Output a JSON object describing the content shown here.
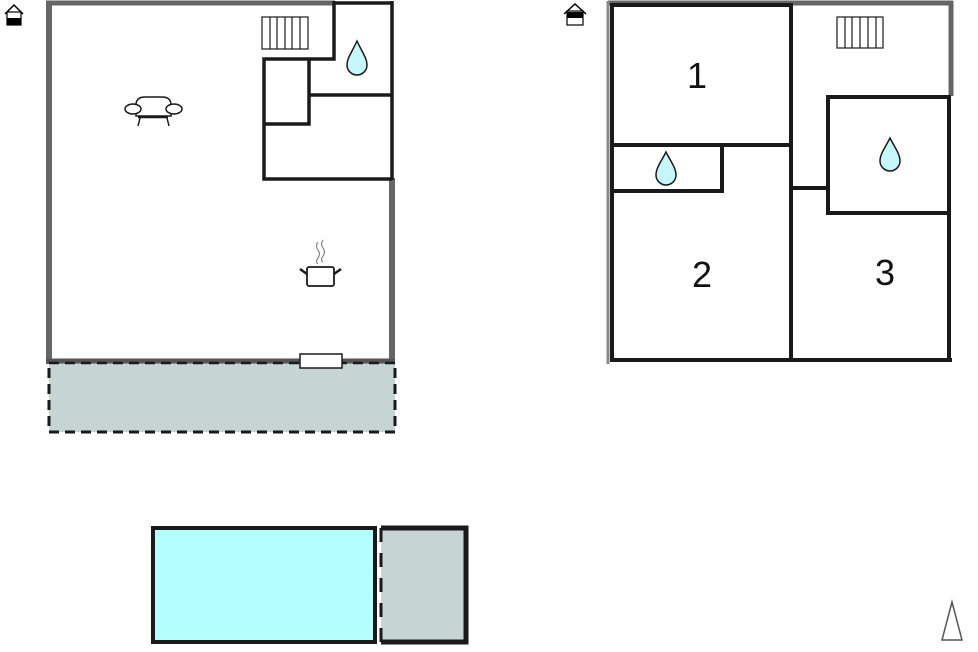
{
  "floorplan": {
    "ground_floor": {
      "name": "Ground floor",
      "floor_icon": "house-ground-floor-icon",
      "symbols": [
        "sofa-icon",
        "cooking-pot-icon",
        "stairs-icon",
        "water-drop-icon"
      ],
      "terrace": "covered-terrace"
    },
    "upper_floor": {
      "name": "First floor",
      "floor_icon": "house-upper-floor-icon",
      "rooms": [
        {
          "label": "1"
        },
        {
          "label": "2"
        },
        {
          "label": "3"
        }
      ],
      "symbols": [
        "stairs-icon",
        "water-drop-icon",
        "water-drop-icon"
      ]
    },
    "pool": {
      "name": "Swimming pool",
      "pool_color": "#b3ffff",
      "deck_color": "#c7d4d4"
    },
    "north_arrow": "north-arrow-icon"
  },
  "colors": {
    "outer_wall": "#666666",
    "inner_wall": "#1a1a1a",
    "terrace": "#c7d4d4",
    "water": "#c6f7fb",
    "pool": "#b3ffff"
  }
}
